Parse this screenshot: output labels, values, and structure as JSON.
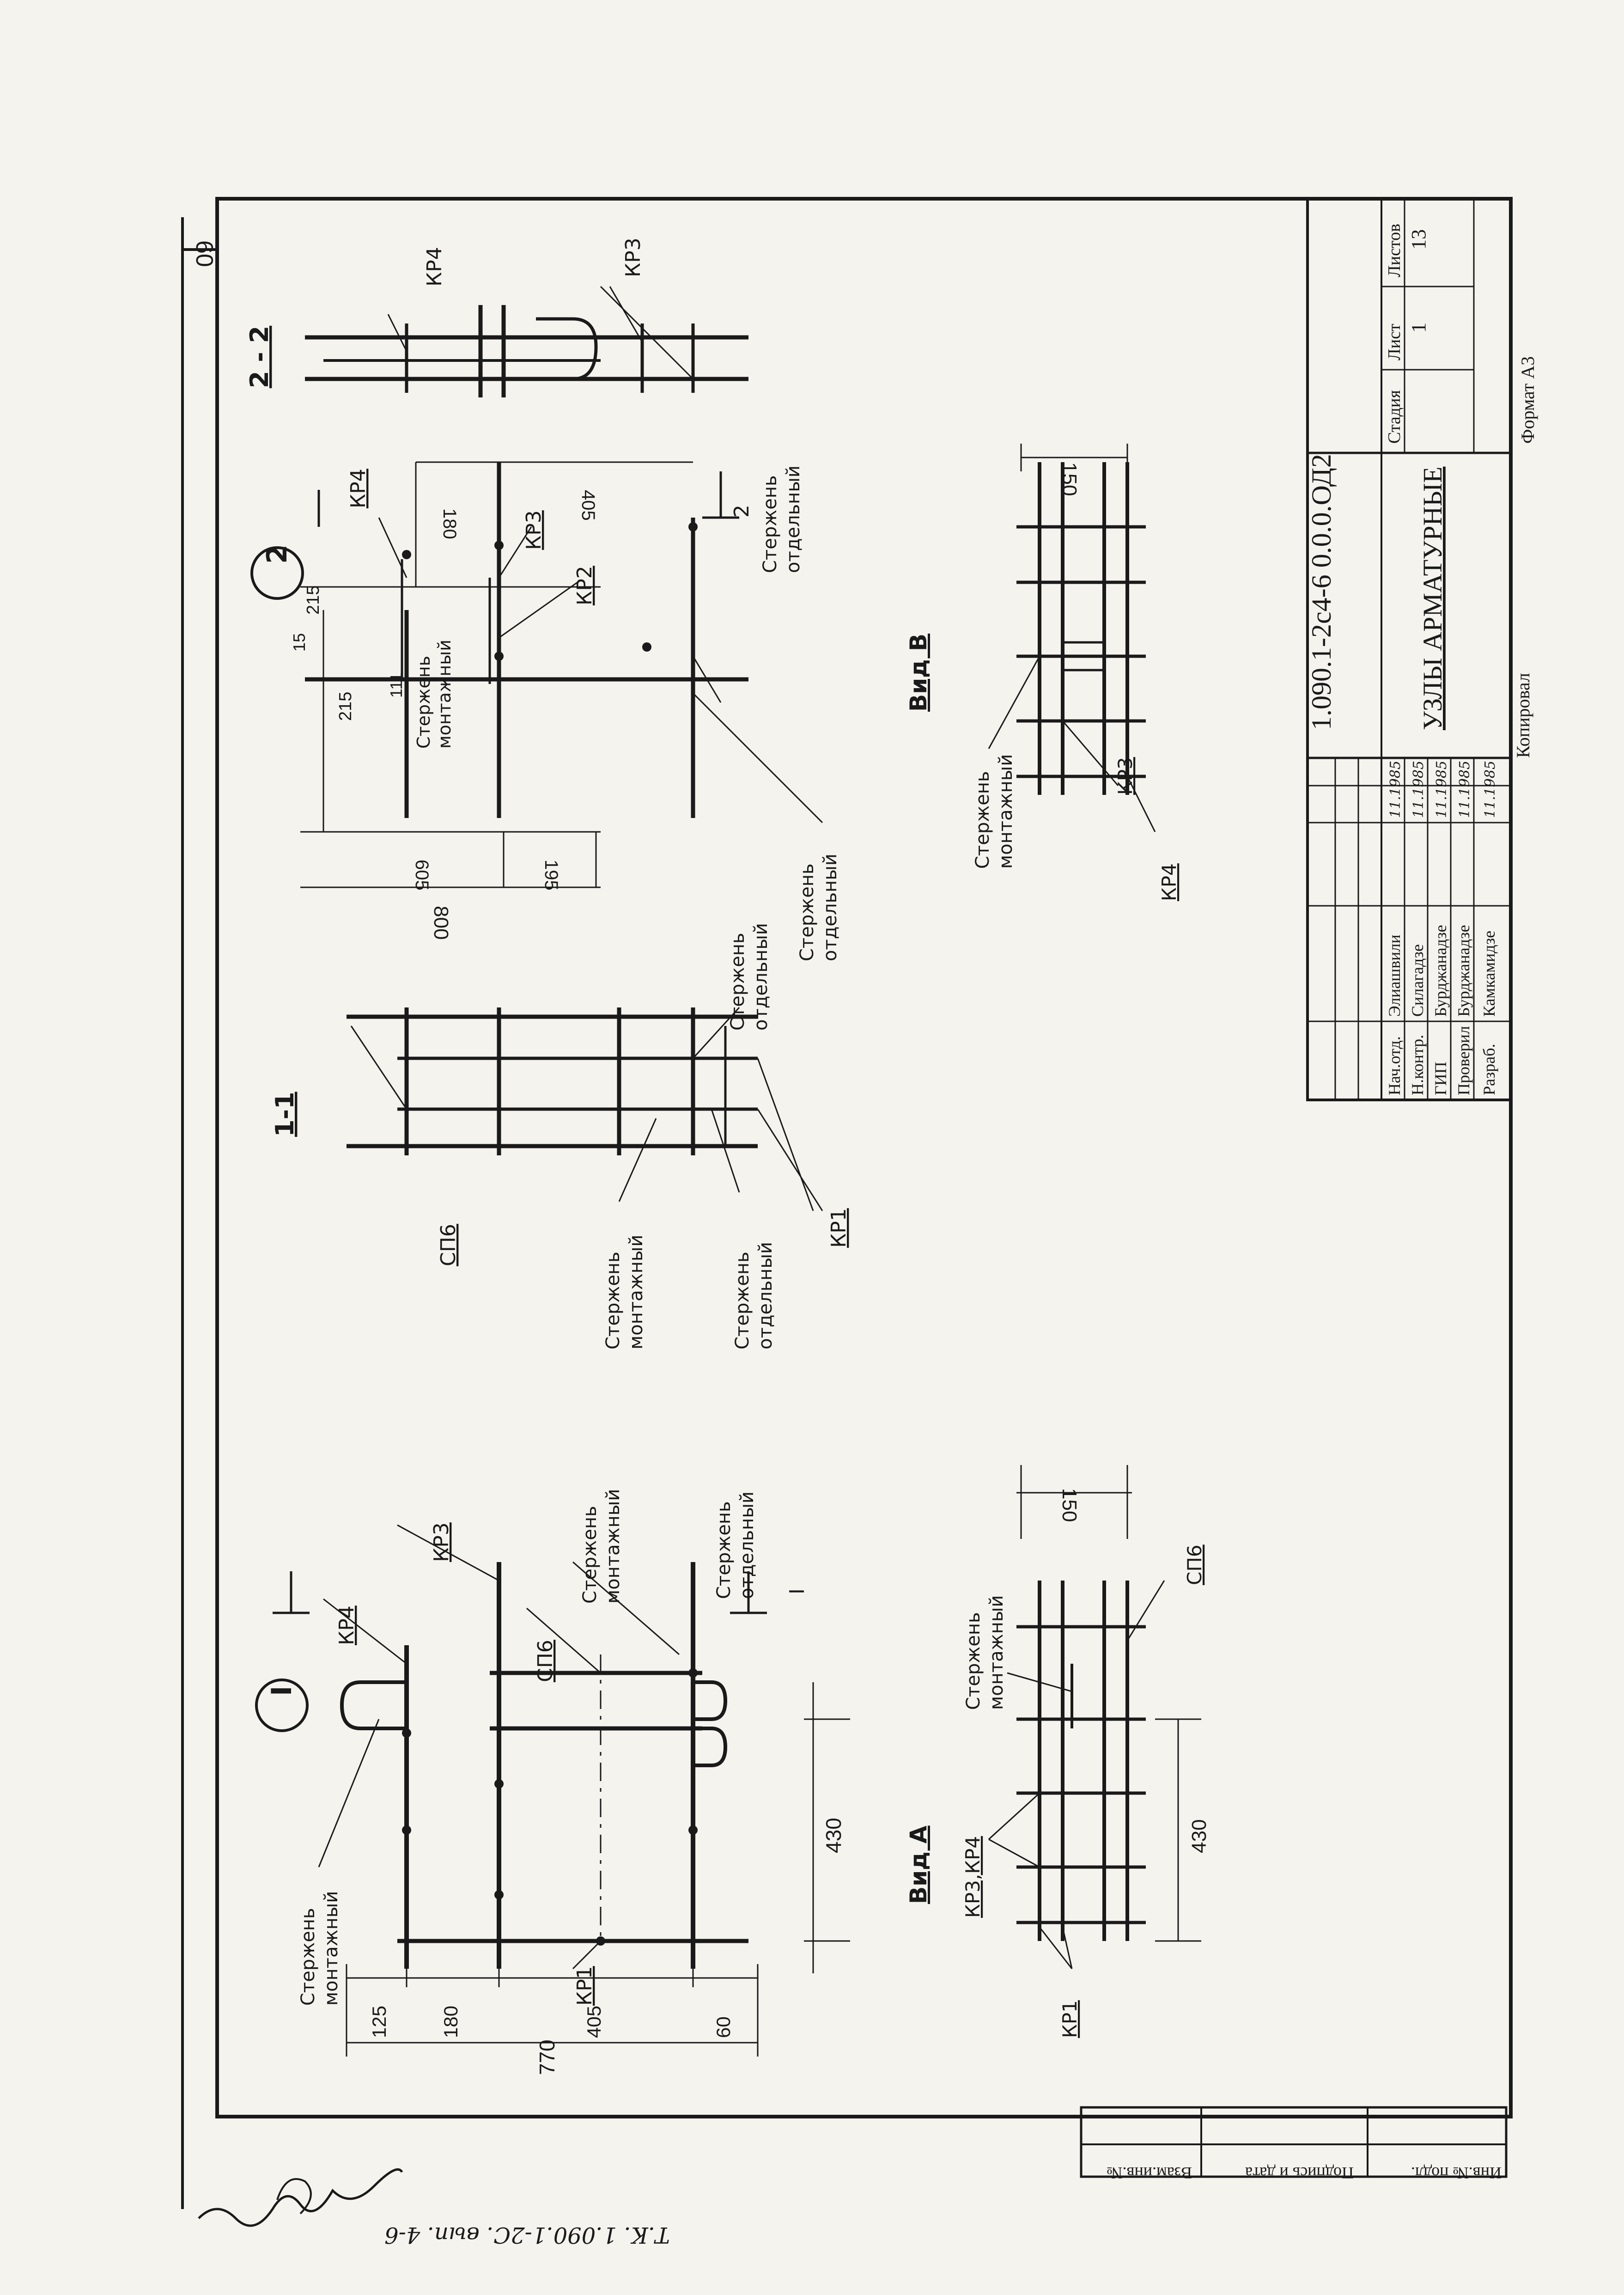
{
  "stamp": {
    "designation": "1.090.1-2с4-6 0.0.0.ОД2",
    "title": "УЗЛЫ АРМАТУРНЫЕ",
    "stage_label": "Стадия",
    "sheet_label": "Лист",
    "sheets_label": "Листов",
    "sheet_number": "1",
    "sheets_count": "13",
    "roles": [
      {
        "role": "Нач.отд.",
        "name": "Элиашвили",
        "date": "11.1985"
      },
      {
        "role": "Н.контр.",
        "name": "Силагадзе",
        "date": "11.1985"
      },
      {
        "role": "ГИП",
        "name": "Бурджанадзе",
        "date": "11.1985"
      },
      {
        "role": "Проверил",
        "name": "Бурджанадзе",
        "date": "11.1985"
      },
      {
        "role": "Разраб.",
        "name": "Камкамидзе",
        "date": "11.1985"
      }
    ],
    "copied": "Копировал",
    "format": "Формат А3"
  },
  "side_stamp": {
    "inv_subst": "Взам.инв.№",
    "sign_date": "Подпись и дата",
    "inv_orig": "Инв.№ подл."
  },
  "margin_note": "Т.К. 1.090.1-2С. вып. 4-6",
  "page_corner": "60",
  "node1": {
    "marker": "I",
    "labels": {
      "kp4": "КР4",
      "kp3": "КР3",
      "cp6": "СП6",
      "kp1": "КР1",
      "rod_mount_1": "Стержень",
      "rod_mount_2": "монтажный",
      "rod_sep_1": "Стержень",
      "rod_sep_2": "отдельный",
      "section_mark": "I"
    },
    "dims": {
      "d125": "125",
      "d180": "180",
      "d405": "405",
      "d60": "60",
      "d770": "770",
      "d430": "430"
    }
  },
  "section_1_1": {
    "title": "1-1",
    "labels": {
      "cp6": "СП6",
      "kp1": "КР1",
      "rod_mount_1": "Стержень",
      "rod_mount_2": "монтажный",
      "rod_sep_1": "Стержень",
      "rod_sep_2": "отдельный",
      "rod_top_1": "Стержень",
      "rod_top_2": "отдельный"
    }
  },
  "node2": {
    "marker": "2",
    "labels": {
      "kp4": "КР4",
      "kp3": "КР3",
      "kp2": "КР2",
      "rod_mount_1": "Стержень",
      "rod_mount_2": "монтажный",
      "rod_sep_1": "Стержень",
      "rod_sep_2": "отдельный",
      "rod_sep_b1": "Стержень",
      "rod_sep_b2": "отдельный",
      "section_mark": "2"
    },
    "dims": {
      "d180": "180",
      "d405": "405",
      "d215a": "215",
      "d215b": "215",
      "d15": "15",
      "d605": "605",
      "d195": "195",
      "d800": "800",
      "d111": "111"
    }
  },
  "section_2_2": {
    "title": "2 - 2",
    "labels": {
      "kp4": "КР4",
      "kp3": "КР3"
    }
  },
  "view_a": {
    "title": "Вид А",
    "labels": {
      "kp34": "КР3,КР4",
      "kp1": "КР1",
      "cp6": "СП6",
      "rod_1": "Стержень",
      "rod_2": "монтажный"
    },
    "dims": {
      "d150": "150",
      "d430": "430"
    }
  },
  "view_b": {
    "title": "Вид В",
    "labels": {
      "kp3": "КР3",
      "kp4": "КР4",
      "rod_1": "Стержень",
      "rod_2": "монтажный"
    },
    "dims": {
      "d150": "150"
    }
  }
}
